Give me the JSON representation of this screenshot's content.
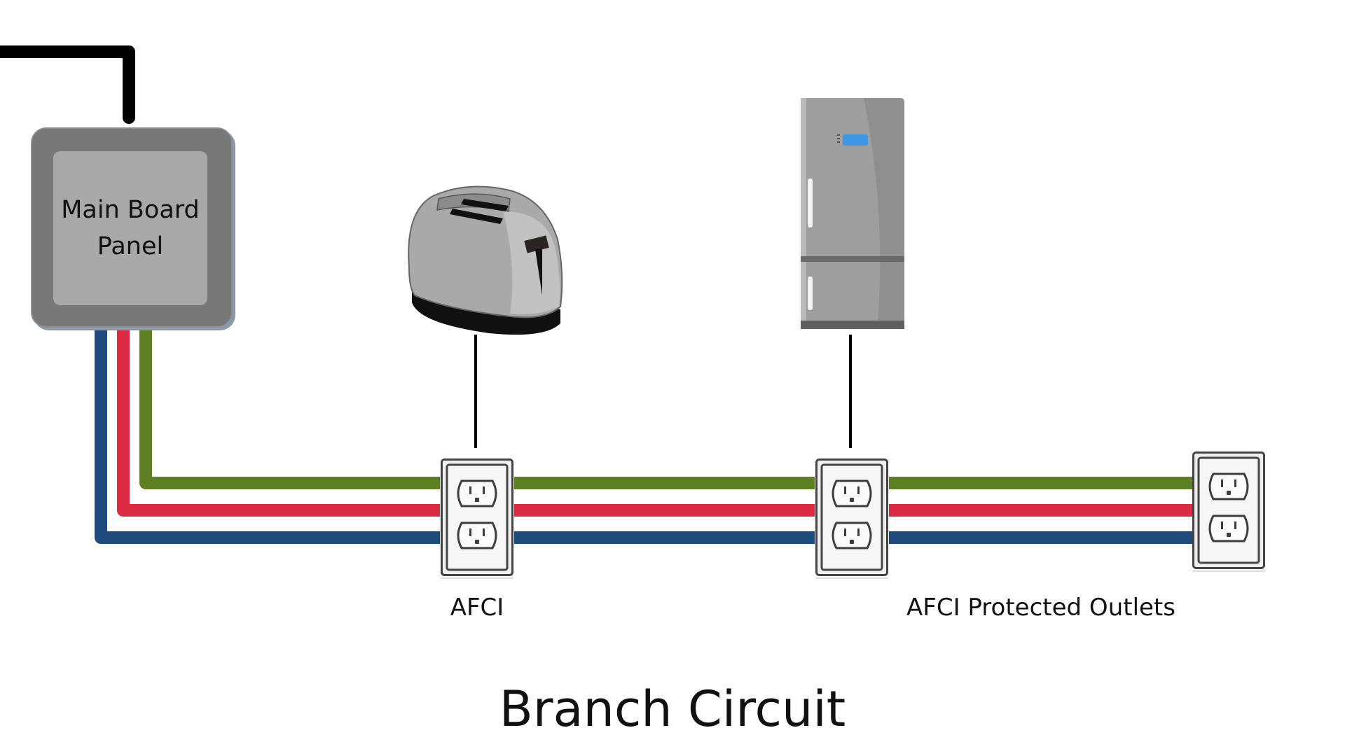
{
  "diagram": {
    "title": "Branch Circuit",
    "panel": {
      "line1": "Main Board",
      "line2": "Panel"
    },
    "labels": {
      "first_outlet": "AFCI",
      "downstream_outlets": "AFCI Protected Outlets"
    },
    "appliances": [
      {
        "name": "toaster",
        "connected_to": "AFCI"
      },
      {
        "name": "refrigerator",
        "connected_to": "outlet-2"
      }
    ],
    "outlets": [
      {
        "id": "outlet-1",
        "type": "AFCI",
        "receptacles": 2
      },
      {
        "id": "outlet-2",
        "type": "AFCI protected",
        "receptacles": 2
      },
      {
        "id": "outlet-3",
        "type": "AFCI protected",
        "receptacles": 2
      }
    ],
    "wires": [
      {
        "name": "ground",
        "color": "#5f7f24"
      },
      {
        "name": "hot",
        "color": "#dd2b44"
      },
      {
        "name": "neutral",
        "color": "#1f4a7d"
      },
      {
        "name": "service-feed",
        "color": "#000000"
      }
    ]
  }
}
